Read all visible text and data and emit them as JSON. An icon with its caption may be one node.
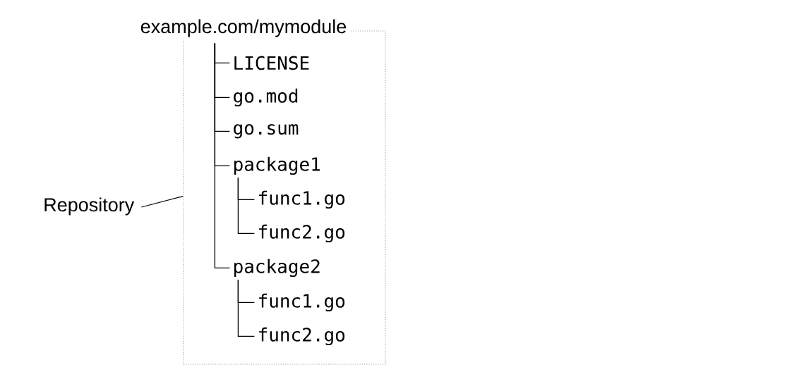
{
  "diagram": {
    "nodes": [
      {
        "text": [
          "example.com/mymodule"
        ]
      },
      {
        "text": [
          "LICENSE"
        ],
        "in": 0
      },
      {
        "text": [
          "go.mod"
        ],
        "in": 0
      },
      {
        "text": [
          "go.sum"
        ],
        "in": 0
      },
      {
        "text": [
          "package1"
        ],
        "in": 0
      },
      {
        "text": [
          "func1.go"
        ],
        "in": 0
      },
      {
        "text": [
          "func2.go"
        ],
        "in": 0
      },
      {
        "text": [
          "package2"
        ],
        "in": 0
      },
      {
        "text": [
          "func1.go"
        ],
        "in": 0
      },
      {
        "text": [
          "func2.go"
        ],
        "in": 0
      },
      {
        "text": [
          "Repository"
        ]
      }
    ],
    "edges": [
      {
        "from": 0,
        "to": 1,
        "arrow": "none"
      },
      {
        "from": 0,
        "to": 2,
        "arrow": "none"
      },
      {
        "from": 0,
        "to": 3,
        "arrow": "none"
      },
      {
        "from": 0,
        "to": 4,
        "arrow": "none"
      },
      {
        "from": 4,
        "to": 5,
        "arrow": "none"
      },
      {
        "from": 4,
        "to": 6,
        "arrow": "none"
      },
      {
        "from": 0,
        "to": 7,
        "arrow": "none"
      },
      {
        "from": 7,
        "to": 8,
        "arrow": "none"
      },
      {
        "from": 7,
        "to": 9,
        "arrow": "none"
      },
      {
        "from": 10,
        "to": 0,
        "arrow": "none"
      }
    ]
  }
}
